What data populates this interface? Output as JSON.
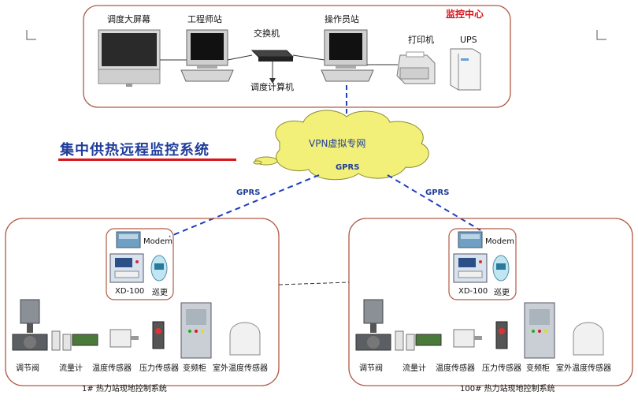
{
  "monitoring_center": {
    "title": "监控中心",
    "devices": {
      "big_screen": "调度大屏幕",
      "engineer_station": "工程师站",
      "switch": "交换机",
      "dispatch_computer": "调度计算机",
      "operator_station": "操作员站",
      "printer": "打印机",
      "ups": "UPS"
    }
  },
  "network": {
    "cloud_label": "VPN虚拟专网",
    "gprs_cloud": "GPRS",
    "gprs_left": "GPRS",
    "gprs_right": "GPRS"
  },
  "system_title": "集中供热远程监控系统",
  "stations": [
    {
      "caption": "1#  热力站现地控制系统",
      "modem": "Modem",
      "controller": "XD-100",
      "patrol": "巡更",
      "devices": [
        "调节阀",
        "流量计",
        "温度传感器",
        "压力传感器",
        "变频柜",
        "室外温度传感器"
      ]
    },
    {
      "caption": "100#  热力站现地控制系统",
      "modem": "Modem",
      "controller": "XD-100",
      "patrol": "巡更",
      "devices": [
        "调节阀",
        "流量计",
        "温度传感器",
        "压力传感器",
        "变频柜",
        "室外温度传感器"
      ]
    }
  ],
  "colors": {
    "box_border": "#b05a45",
    "dashed_link": "#1f3fbf",
    "cloud_fill": "#f3f07a",
    "title_color": "#1f3d9a",
    "center_title": "#d8141c"
  }
}
